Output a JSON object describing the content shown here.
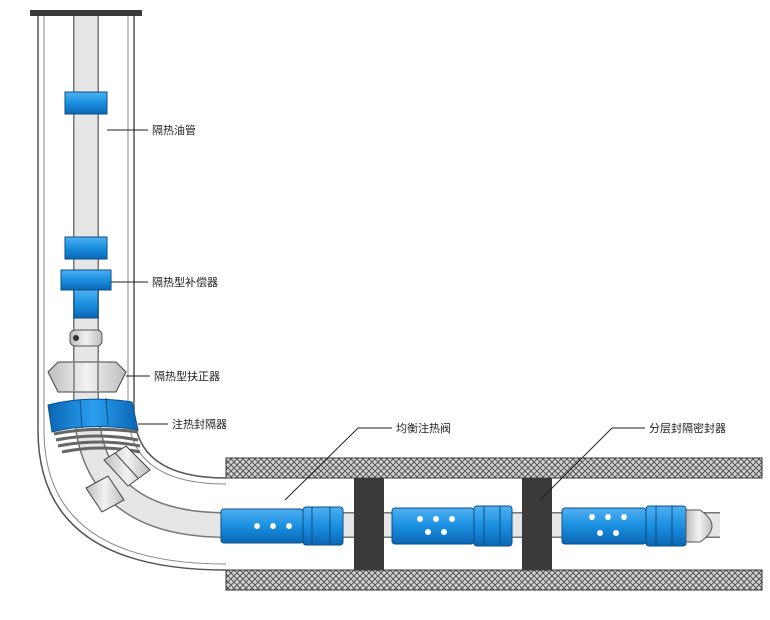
{
  "labels": {
    "insulated_tubing": "隔热油管",
    "thermal_compensator": "隔热型补偿器",
    "thermal_centralizer": "隔热型扶正器",
    "injection_packer": "注热封隔器",
    "balanced_injection_valve": "均衡注热阀",
    "zonal_isolation_packer": "分层封隔密封器"
  },
  "colors": {
    "tool_blue": "#1a8fe0",
    "casing_outline": "#555555",
    "tubing_fill": "#e6e6e6",
    "formation_hatch": "#6a6a6a",
    "packer_dark": "#3a3a3a"
  }
}
